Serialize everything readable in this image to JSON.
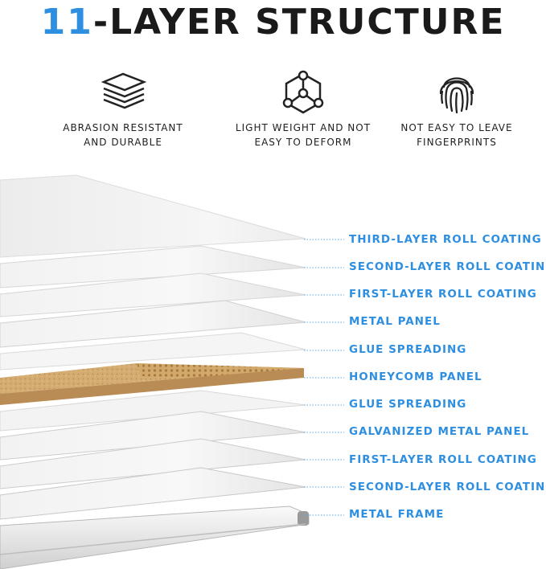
{
  "title": {
    "accent": "11",
    "rest": "-LAYER STRUCTURE"
  },
  "features": [
    {
      "icon": "layers-icon",
      "line1": "ABRASION RESISTANT",
      "line2": "AND DURABLE"
    },
    {
      "icon": "molecule-icon",
      "line1": "LIGHT WEIGHT AND NOT",
      "line2": "EASY TO DEFORM"
    },
    {
      "icon": "fingerprint-icon",
      "line1": "NOT EASY TO LEAVE",
      "line2": "FINGERPRINTS"
    }
  ],
  "layers": [
    "THIRD-LAYER ROLL COATING",
    "SECOND-LAYER ROLL COATING",
    "FIRST-LAYER ROLL COATING",
    "METAL PANEL",
    "GLUE SPREADING",
    "HONEYCOMB PANEL",
    "GLUE SPREADING",
    "GALVANIZED METAL PANEL",
    "FIRST-LAYER ROLL COATING",
    "SECOND-LAYER ROLL COATING",
    "METAL FRAME"
  ],
  "colors": {
    "accent": "#2e8fe0",
    "text": "#1e1e1e",
    "honeycomb": "#c79a5e"
  }
}
